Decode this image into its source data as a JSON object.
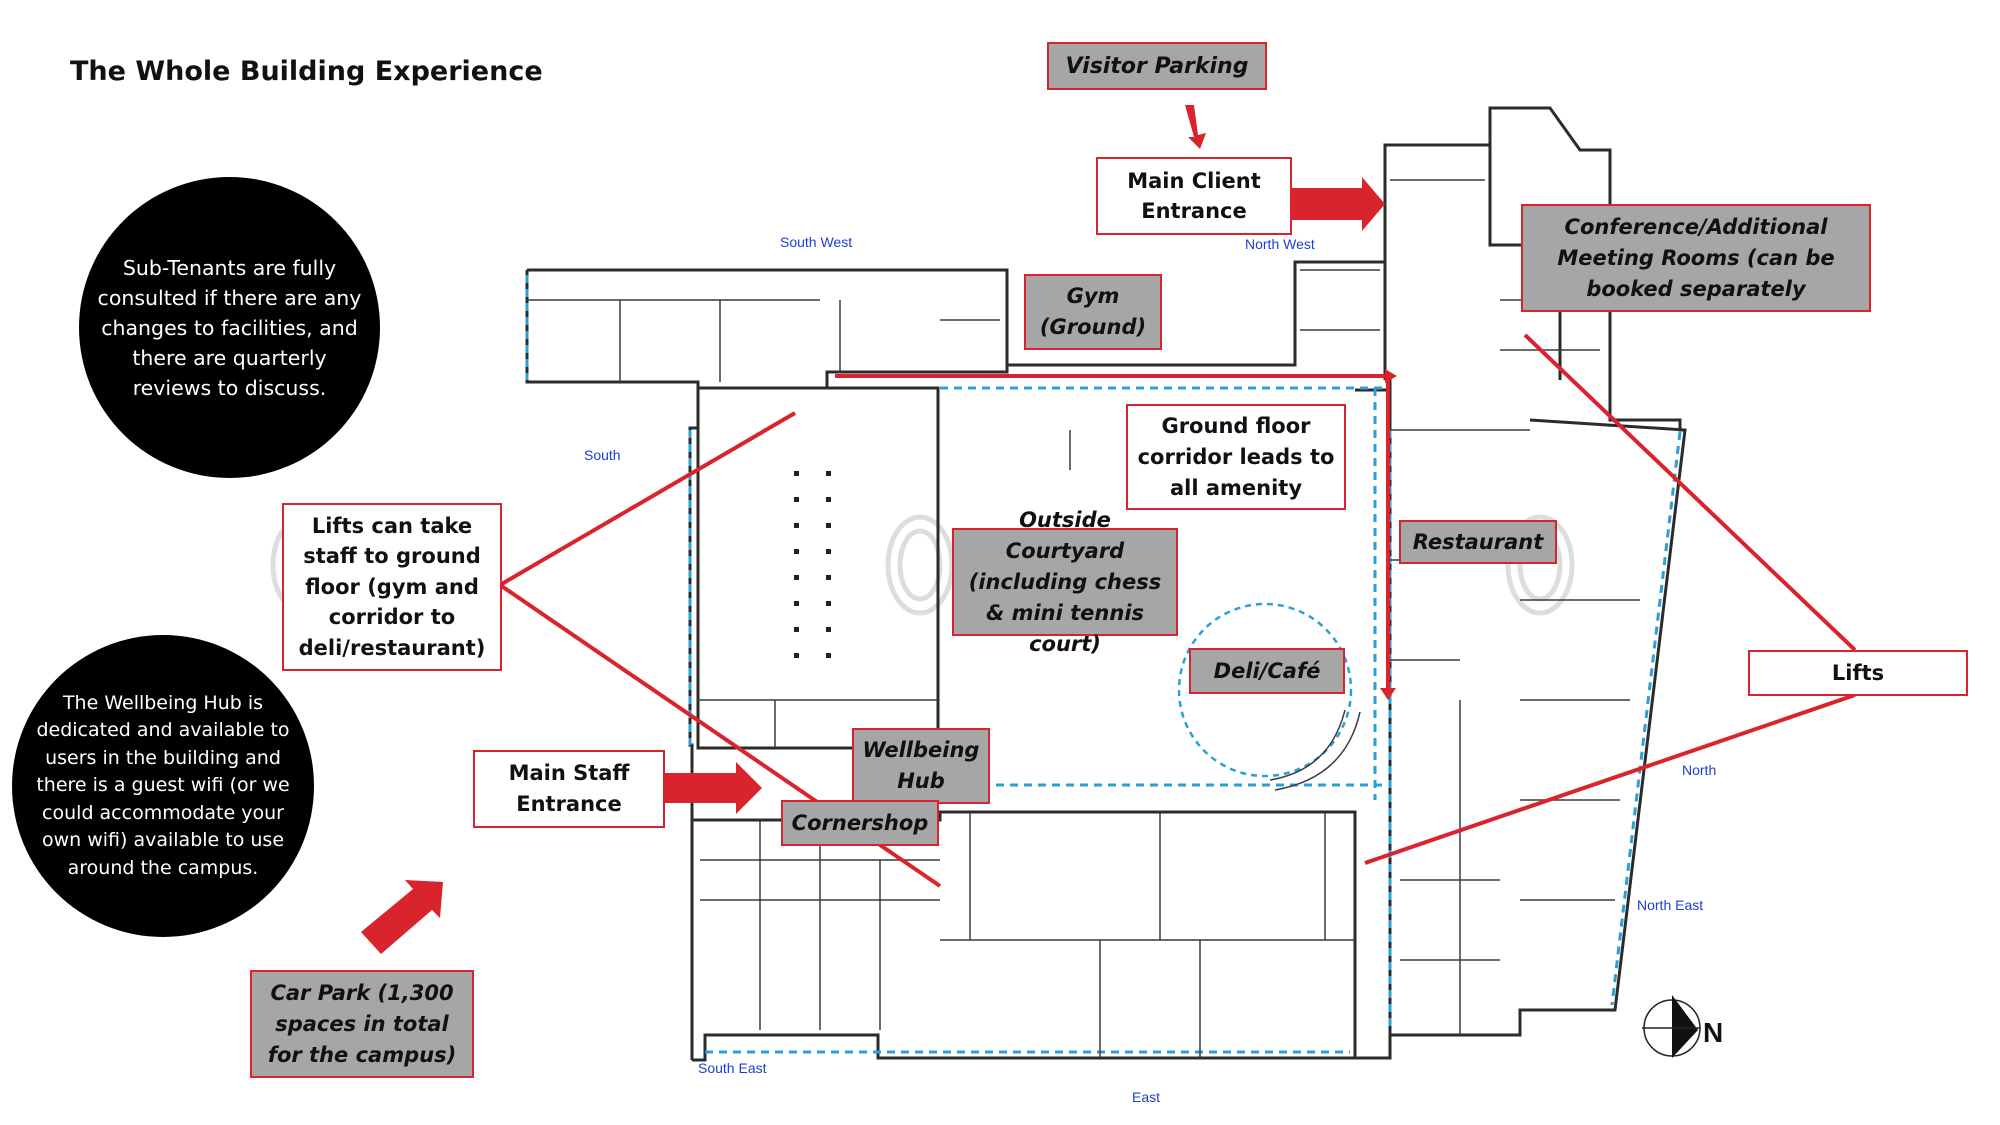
{
  "title": "The Whole Building Experience",
  "info_circles": {
    "sub_tenants": "Sub-Tenants are fully consulted if there are any changes to facilities, and there are quarterly reviews to discuss.",
    "wellbeing_hub": "The Wellbeing Hub is dedicated and available to users in the building and there is a guest wifi (or we could accommodate your own wifi)  available to use around the campus."
  },
  "labels": {
    "visitor_parking": "Visitor Parking",
    "main_client_entrance": "Main Client Entrance",
    "conference_rooms": "Conference/Additional Meeting Rooms (can be booked separately",
    "gym": "Gym (Ground)",
    "ground_floor_corridor": "Ground floor corridor leads to all amenity",
    "lifts_staff": "Lifts can take staff to ground floor (gym and corridor to deli/restaurant)",
    "outside_courtyard": "Outside Courtyard (including chess & mini tennis court)",
    "restaurant": "Restaurant",
    "deli_cafe": "Deli/Café",
    "lifts": "Lifts",
    "main_staff_entrance": "Main Staff Entrance",
    "wellbeing_hub": "Wellbeing Hub",
    "cornershop": "Cornershop",
    "car_park": "Car Park (1,300 spaces in total for the campus)"
  },
  "orientation": {
    "south_west": "South West",
    "north_west": "North West",
    "south": "South",
    "north": "North",
    "north_east": "North East",
    "south_east": "South East",
    "east": "East"
  },
  "compass": "N",
  "colors": {
    "accent_red": "#d9232d",
    "label_grey": "#a6a6a6",
    "plan_line": "#2b2b2b",
    "plan_dashed": "#2aa0d6",
    "orientation_blue": "#1c3fd0",
    "circle_black": "#000000"
  }
}
